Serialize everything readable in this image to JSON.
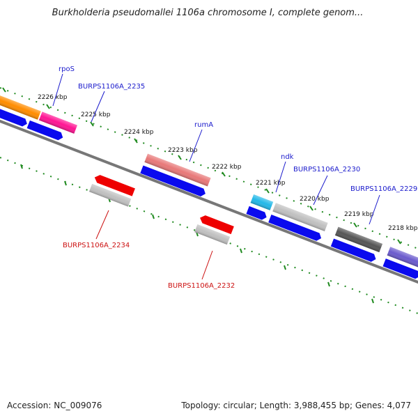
{
  "title": "Burkholderia pseudomallei 1106a chromosome I, complete genom...",
  "footer": {
    "accession": "Accession: NC_009076",
    "summary": "Topology: circular; Length: 3,988,455 bp; Genes: 4,077"
  },
  "colors": {
    "backbone": "#777777",
    "tick": "#1f8a1f",
    "cds_fwd": "#0a0aee",
    "label_blue": "#1a1acc",
    "label_red": "#cc1111"
  },
  "ticks": [
    "2226 kbp",
    "2225 kbp",
    "2224 kbp",
    "2223 kbp",
    "2222 kbp",
    "2221 kbp",
    "2220 kbp",
    "2219 kbp",
    "2218 kbp"
  ],
  "gene_labels_top": [
    "rpoS",
    "BURPS1106A_2235",
    "rumA",
    "ndk",
    "BURPS1106A_2230",
    "BURPS1106A_2229"
  ],
  "gene_labels_bottom": [
    "BURPS1106A_2234",
    "BURPS1106A_2232"
  ],
  "features": [
    {
      "name": "feature-olive",
      "color": "#6b8e23"
    },
    {
      "name": "feature-orange",
      "color": "#ff8c00"
    },
    {
      "name": "feature-pink",
      "color": "#ff1493"
    },
    {
      "name": "feature-rumA",
      "color": "#e87878"
    },
    {
      "name": "feature-ndk",
      "color": "#22b8e8"
    },
    {
      "name": "feature-2230",
      "color": "#c0c0c0"
    },
    {
      "name": "feature-2229",
      "color": "#555555"
    },
    {
      "name": "feature-purple",
      "color": "#6a5acd"
    },
    {
      "name": "feature-2234-red",
      "color": "#ee0000"
    },
    {
      "name": "feature-2234-gray",
      "color": "#c0c0c0"
    },
    {
      "name": "feature-2232-red",
      "color": "#ee0000"
    },
    {
      "name": "feature-2232-gray",
      "color": "#c0c0c0"
    }
  ]
}
